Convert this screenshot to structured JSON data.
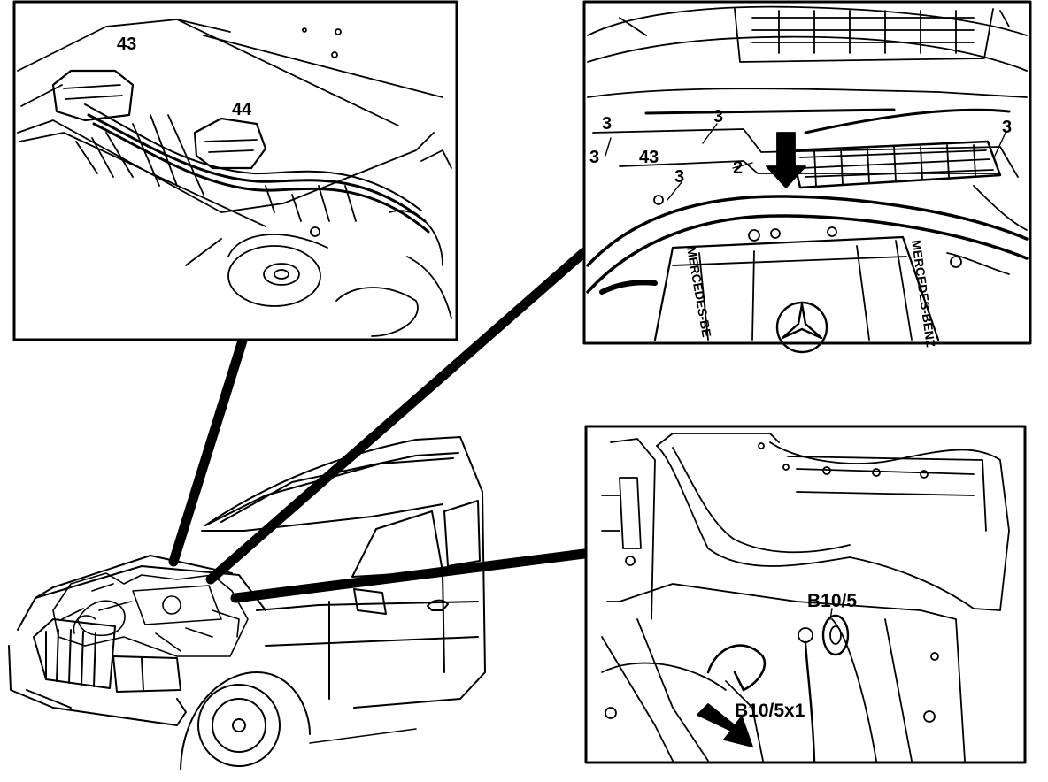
{
  "colors": {
    "ink": "#000000",
    "paper": "#ffffff"
  },
  "panels": {
    "top_left": {
      "labels": {
        "connector_a": "43",
        "connector_b": "44"
      }
    },
    "top_right": {
      "labels": {
        "clip_1": "3",
        "clip_2": "3",
        "clip_3": "3",
        "clip_4": "3",
        "clip_5": "3",
        "cover": "43",
        "cover_b": "2",
        "engine_text_a": "MERCEDES-BE",
        "engine_text_b": "MERCEDES-BENZ"
      }
    },
    "bottom_right": {
      "labels": {
        "sensor": "B10/5",
        "sensor_connector": "B10/5x1"
      }
    }
  },
  "icons": [
    "mercedes-star-icon",
    "arrow-down-icon",
    "arrow-diagonal-icon"
  ]
}
